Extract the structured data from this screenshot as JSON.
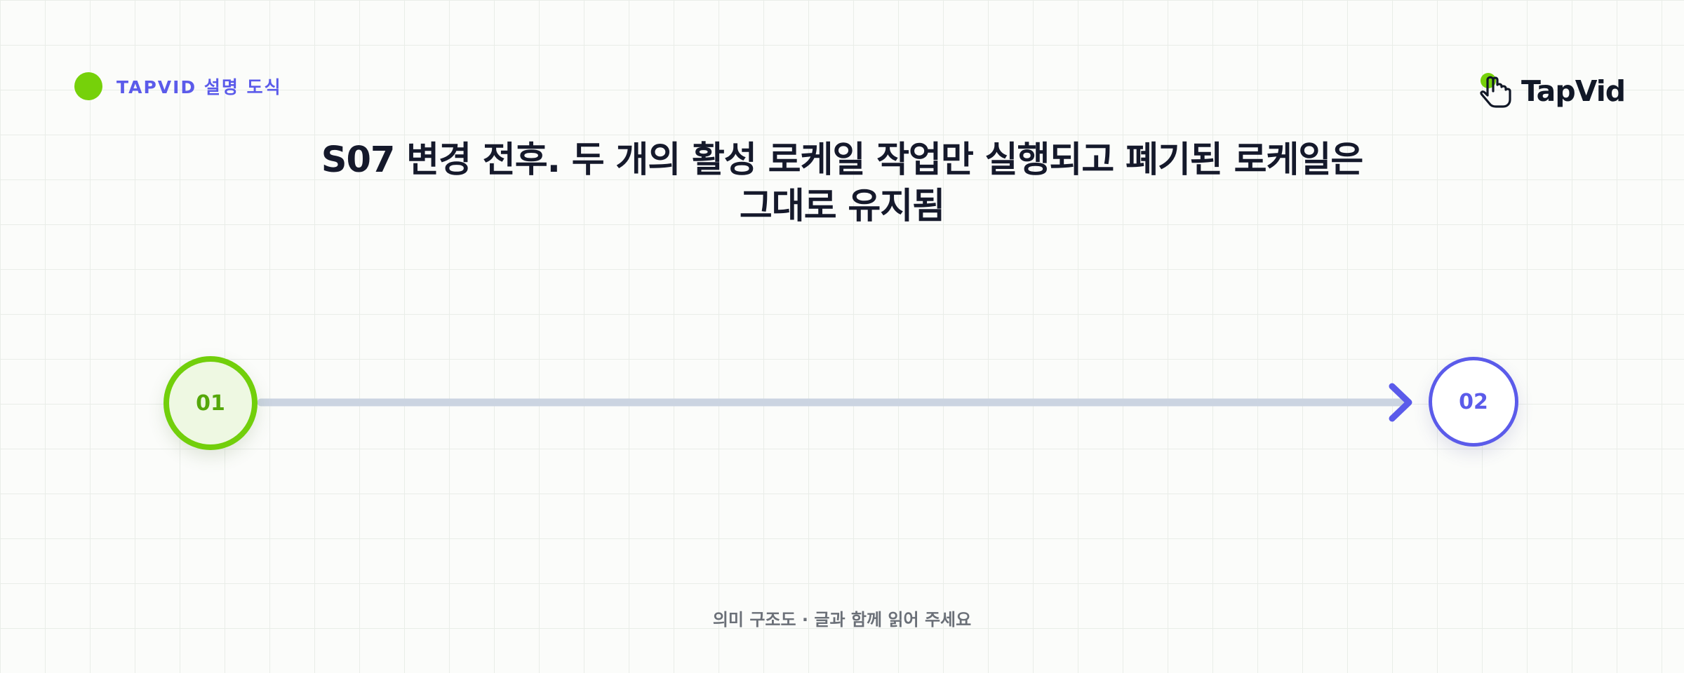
{
  "header": {
    "tag": "TAPVID 설명 도식",
    "logo": "TapVid"
  },
  "title": "S07 변경 전후. 두 개의 활성 로케일 작업만 실행되고 폐기된 로케일은 그대로 유지됨",
  "diagram": {
    "steps": [
      {
        "label": "01"
      },
      {
        "label": "02"
      }
    ]
  },
  "footer": "의미 구조도 · 글과 함께 읽어 주세요",
  "colors": {
    "accent_green": "#76d10a",
    "accent_indigo": "#5b5bea",
    "connector": "#cbd4e1",
    "title": "#15192b"
  }
}
